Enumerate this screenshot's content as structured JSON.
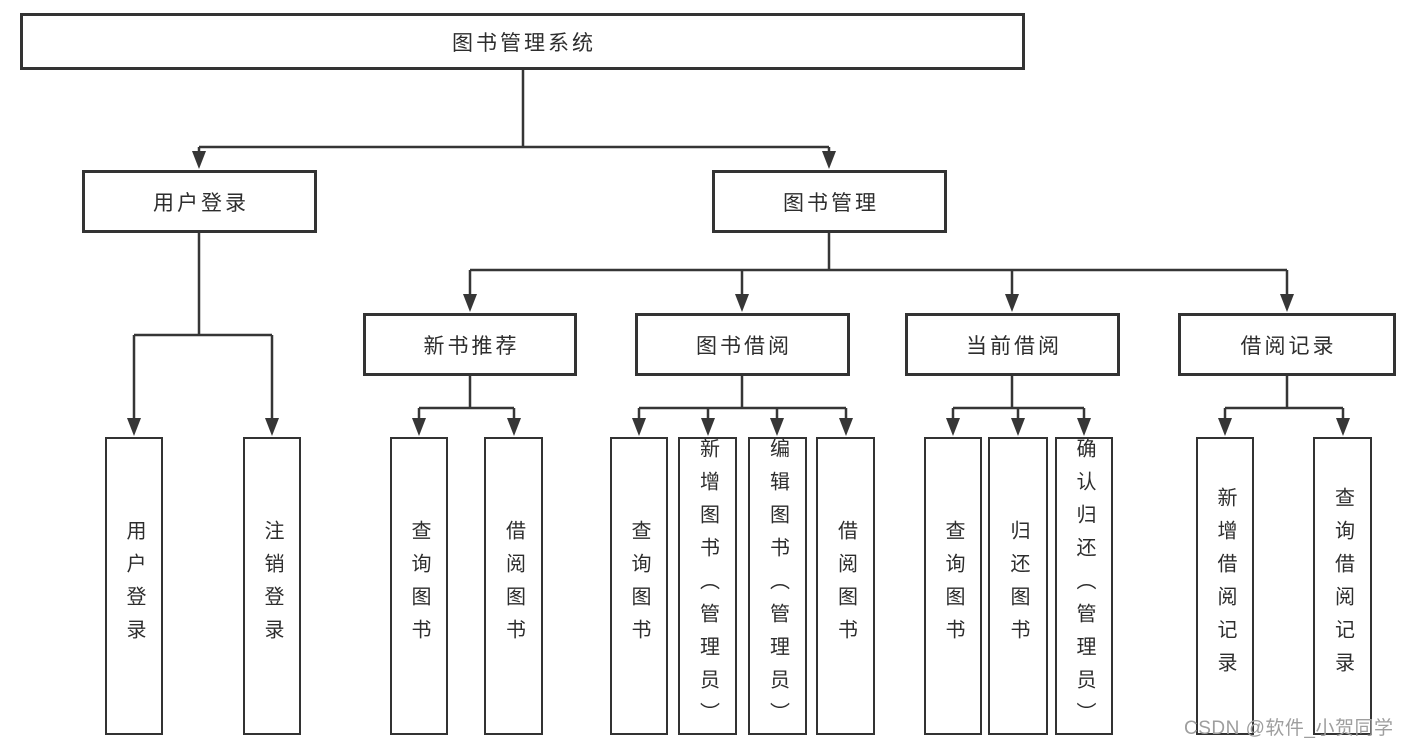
{
  "diagram": {
    "root": {
      "label": "图书管理系统"
    },
    "branches": [
      {
        "label": "用户登录",
        "children": [
          {
            "label": "用户登录"
          },
          {
            "label": "注销登录"
          }
        ]
      },
      {
        "label": "图书管理",
        "groups": [
          {
            "label": "新书推荐",
            "children": [
              {
                "label": "查询图书"
              },
              {
                "label": "借阅图书"
              }
            ]
          },
          {
            "label": "图书借阅",
            "children": [
              {
                "label": "查询图书"
              },
              {
                "label": "新增图书（管理员）"
              },
              {
                "label": "编辑图书（管理员）"
              },
              {
                "label": "借阅图书"
              }
            ]
          },
          {
            "label": "当前借阅",
            "children": [
              {
                "label": "查询图书"
              },
              {
                "label": "归还图书"
              },
              {
                "label": "确认归还（管理员）"
              }
            ]
          },
          {
            "label": "借阅记录",
            "children": [
              {
                "label": "新增借阅记录"
              },
              {
                "label": "查询借阅记录"
              }
            ]
          }
        ]
      }
    ]
  },
  "colors": {
    "line": "#363636",
    "border": "#333333",
    "text": "#2d2d2d",
    "watermark": "#9e9e9e"
  },
  "watermark": {
    "text": "CSDN @软件_小贺同学"
  }
}
